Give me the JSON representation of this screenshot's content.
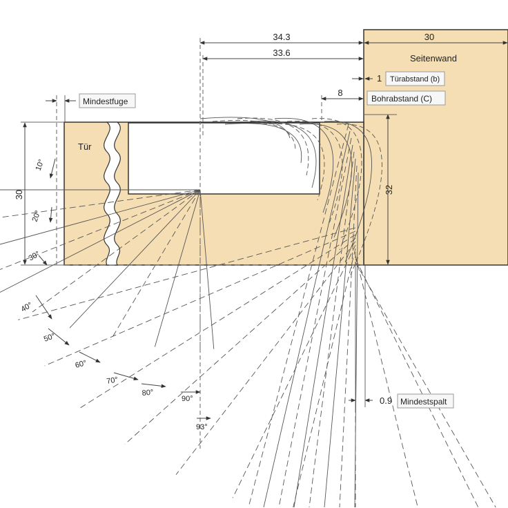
{
  "labels": {
    "tuer": "Tür",
    "seitenwand": "Seitenwand",
    "mindestfuge": "Mindestfuge",
    "tuerabstand": "Türabstand (b)",
    "bohrabstand": "Bohrabstand (C)",
    "mindestspalt": "Mindestspalt"
  },
  "dimensions": {
    "wall_thickness": "30",
    "overall_width": "34.3",
    "inner_width": "33.6",
    "tuerabstand_value": "1",
    "bohrabstand_value": "8",
    "door_thickness": "30",
    "wall_height": "32",
    "mindestspalt_value": "0.9"
  },
  "angles": [
    "10°",
    "20°",
    "30°",
    "40°",
    "50°",
    "60°",
    "70°",
    "80°",
    "90°",
    "93°"
  ],
  "colors": {
    "wood": "#f5deb3",
    "line": "#333333",
    "dim": "#444444"
  }
}
